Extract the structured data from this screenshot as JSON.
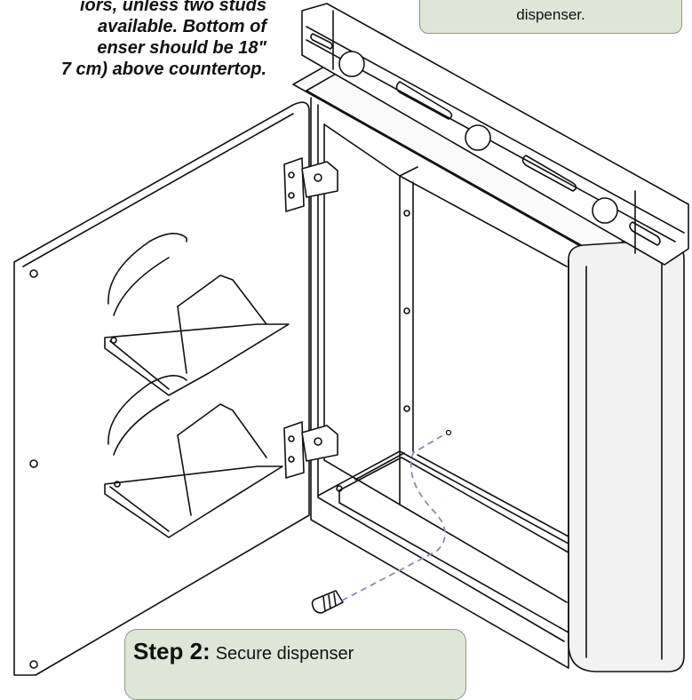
{
  "top_note": {
    "lines": [
      "iors, unless two studs",
      "available.  Bottom of",
      "enser should be 18\"",
      "7 cm) above countertop."
    ]
  },
  "callout_top": {
    "text": "dispenser."
  },
  "callout_step2": {
    "title": "Step 2:",
    "text": "Secure dispenser"
  },
  "colors": {
    "callout_fill": "#dfe6d8",
    "callout_border": "#8c9a84",
    "line": "#111111",
    "screw_path": "#8a8ab8"
  },
  "icons": [
    "hinge-icon",
    "screw-icon",
    "level-tool-icon"
  ]
}
